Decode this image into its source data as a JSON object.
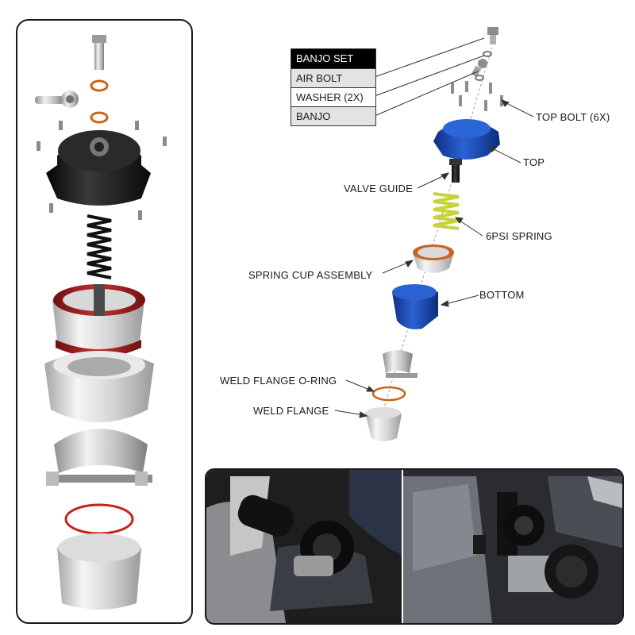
{
  "banjo_set": {
    "header": "BANJO SET",
    "items": [
      "AIR BOLT",
      "WASHER (2X)",
      "BANJO"
    ]
  },
  "labels": {
    "top_bolt": "TOP BOLT (6X)",
    "top": "TOP",
    "valve_guide": "VALVE GUIDE",
    "spring": "6PSI SPRING",
    "spring_cup": "SPRING CUP ASSEMBLY",
    "bottom": "BOTTOM",
    "weld_flange_oring": "WELD FLANGE O-RING",
    "weld_flange": "WELD FLANGE"
  },
  "colors": {
    "blue_part": "#1c4fb8",
    "spring_yellow": "#c8d23a",
    "oring_orange": "#c8641e",
    "silver": "#c9c9c9",
    "black_part": "#1a1a1a"
  }
}
